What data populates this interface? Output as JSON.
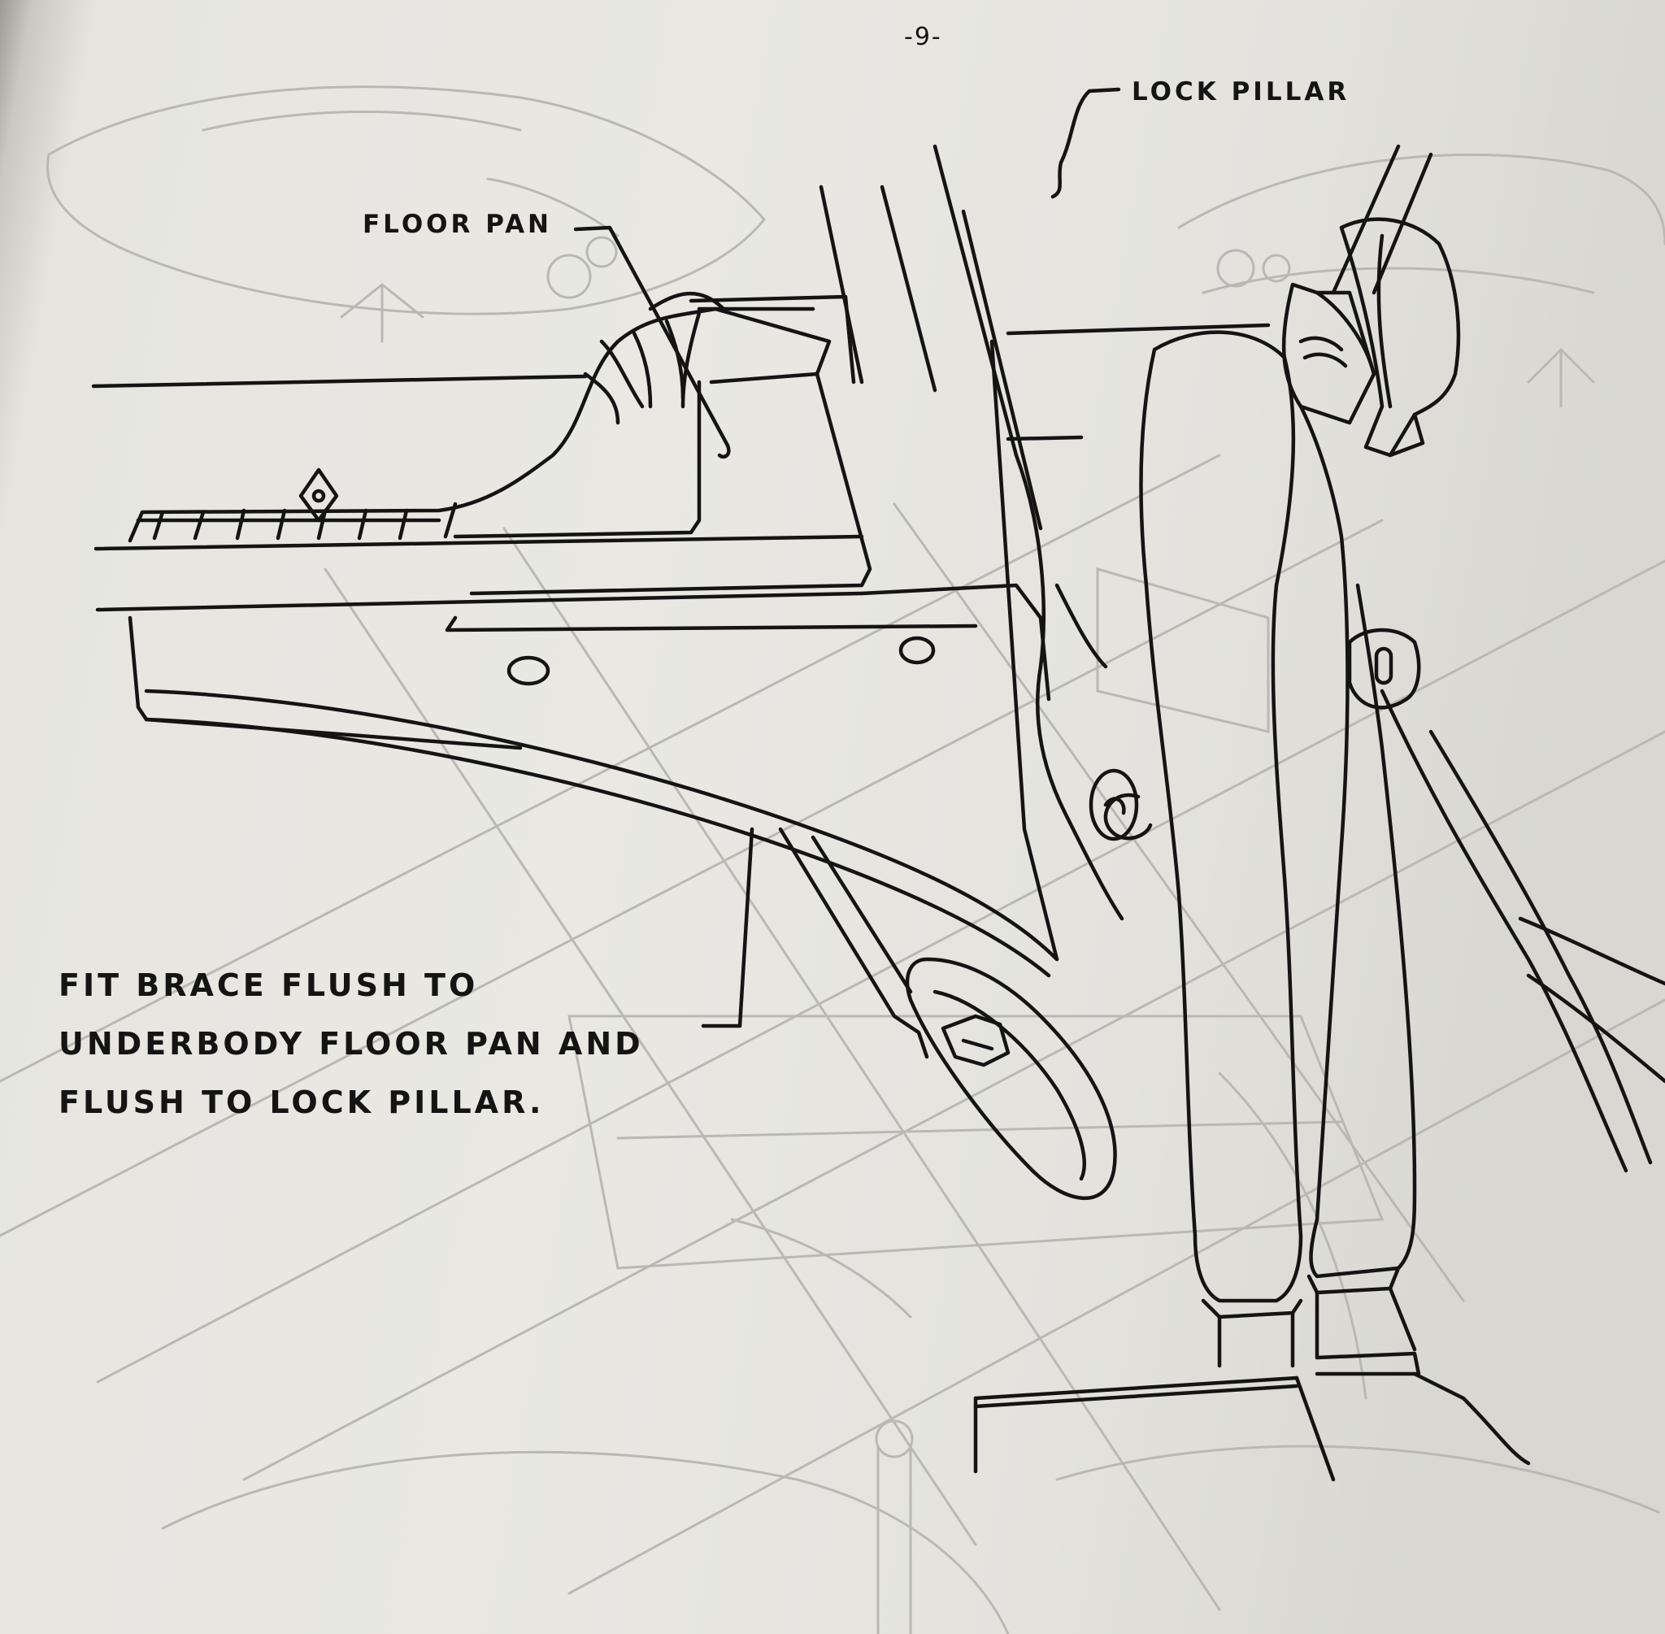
{
  "page": {
    "number": "-9-"
  },
  "labels": {
    "lock_pillar": "LOCK PILLAR",
    "floor_pan": "FLOOR PAN"
  },
  "instruction": {
    "lines": [
      "FIT BRACE FLUSH TO",
      "UNDERBODY FLOOR PAN AND",
      "FLUSH TO LOCK PILLAR."
    ]
  },
  "colors": {
    "paper": "#e9e8e3",
    "ink": "#141414",
    "bleed_through": "#b9b8b3"
  }
}
